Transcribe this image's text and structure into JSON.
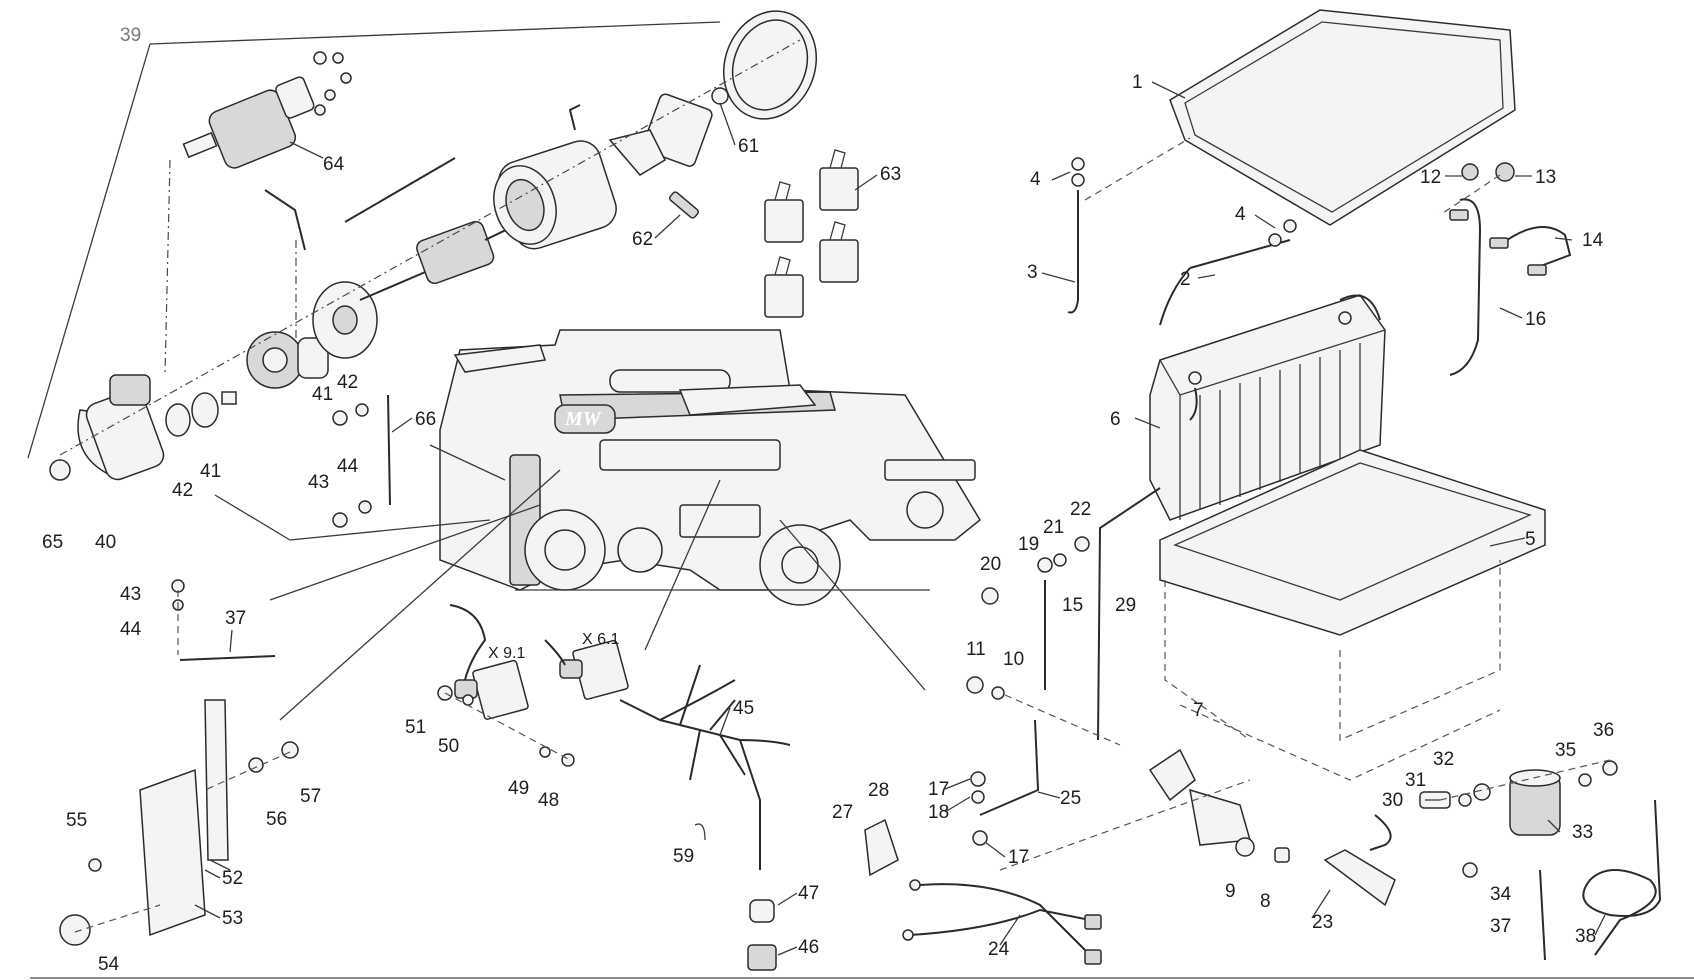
{
  "diagram": {
    "title": "",
    "connector_labels": [
      "X 9.1",
      "X 6.1"
    ],
    "callouts": [
      "1",
      "2",
      "3",
      "4",
      "4",
      "5",
      "6",
      "7",
      "8",
      "9",
      "10",
      "11",
      "12",
      "13",
      "14",
      "15",
      "16",
      "17",
      "17",
      "18",
      "19",
      "20",
      "21",
      "22",
      "23",
      "24",
      "25",
      "27",
      "28",
      "29",
      "30",
      "31",
      "32",
      "33",
      "34",
      "35",
      "36",
      "37",
      "37",
      "38",
      "39",
      "40",
      "41",
      "41",
      "42",
      "42",
      "43",
      "43",
      "44",
      "44",
      "45",
      "46",
      "47",
      "48",
      "49",
      "50",
      "51",
      "52",
      "53",
      "54",
      "55",
      "56",
      "57",
      "59",
      "61",
      "62",
      "63",
      "64",
      "65",
      "66"
    ],
    "machine_badge_text": "MW"
  }
}
